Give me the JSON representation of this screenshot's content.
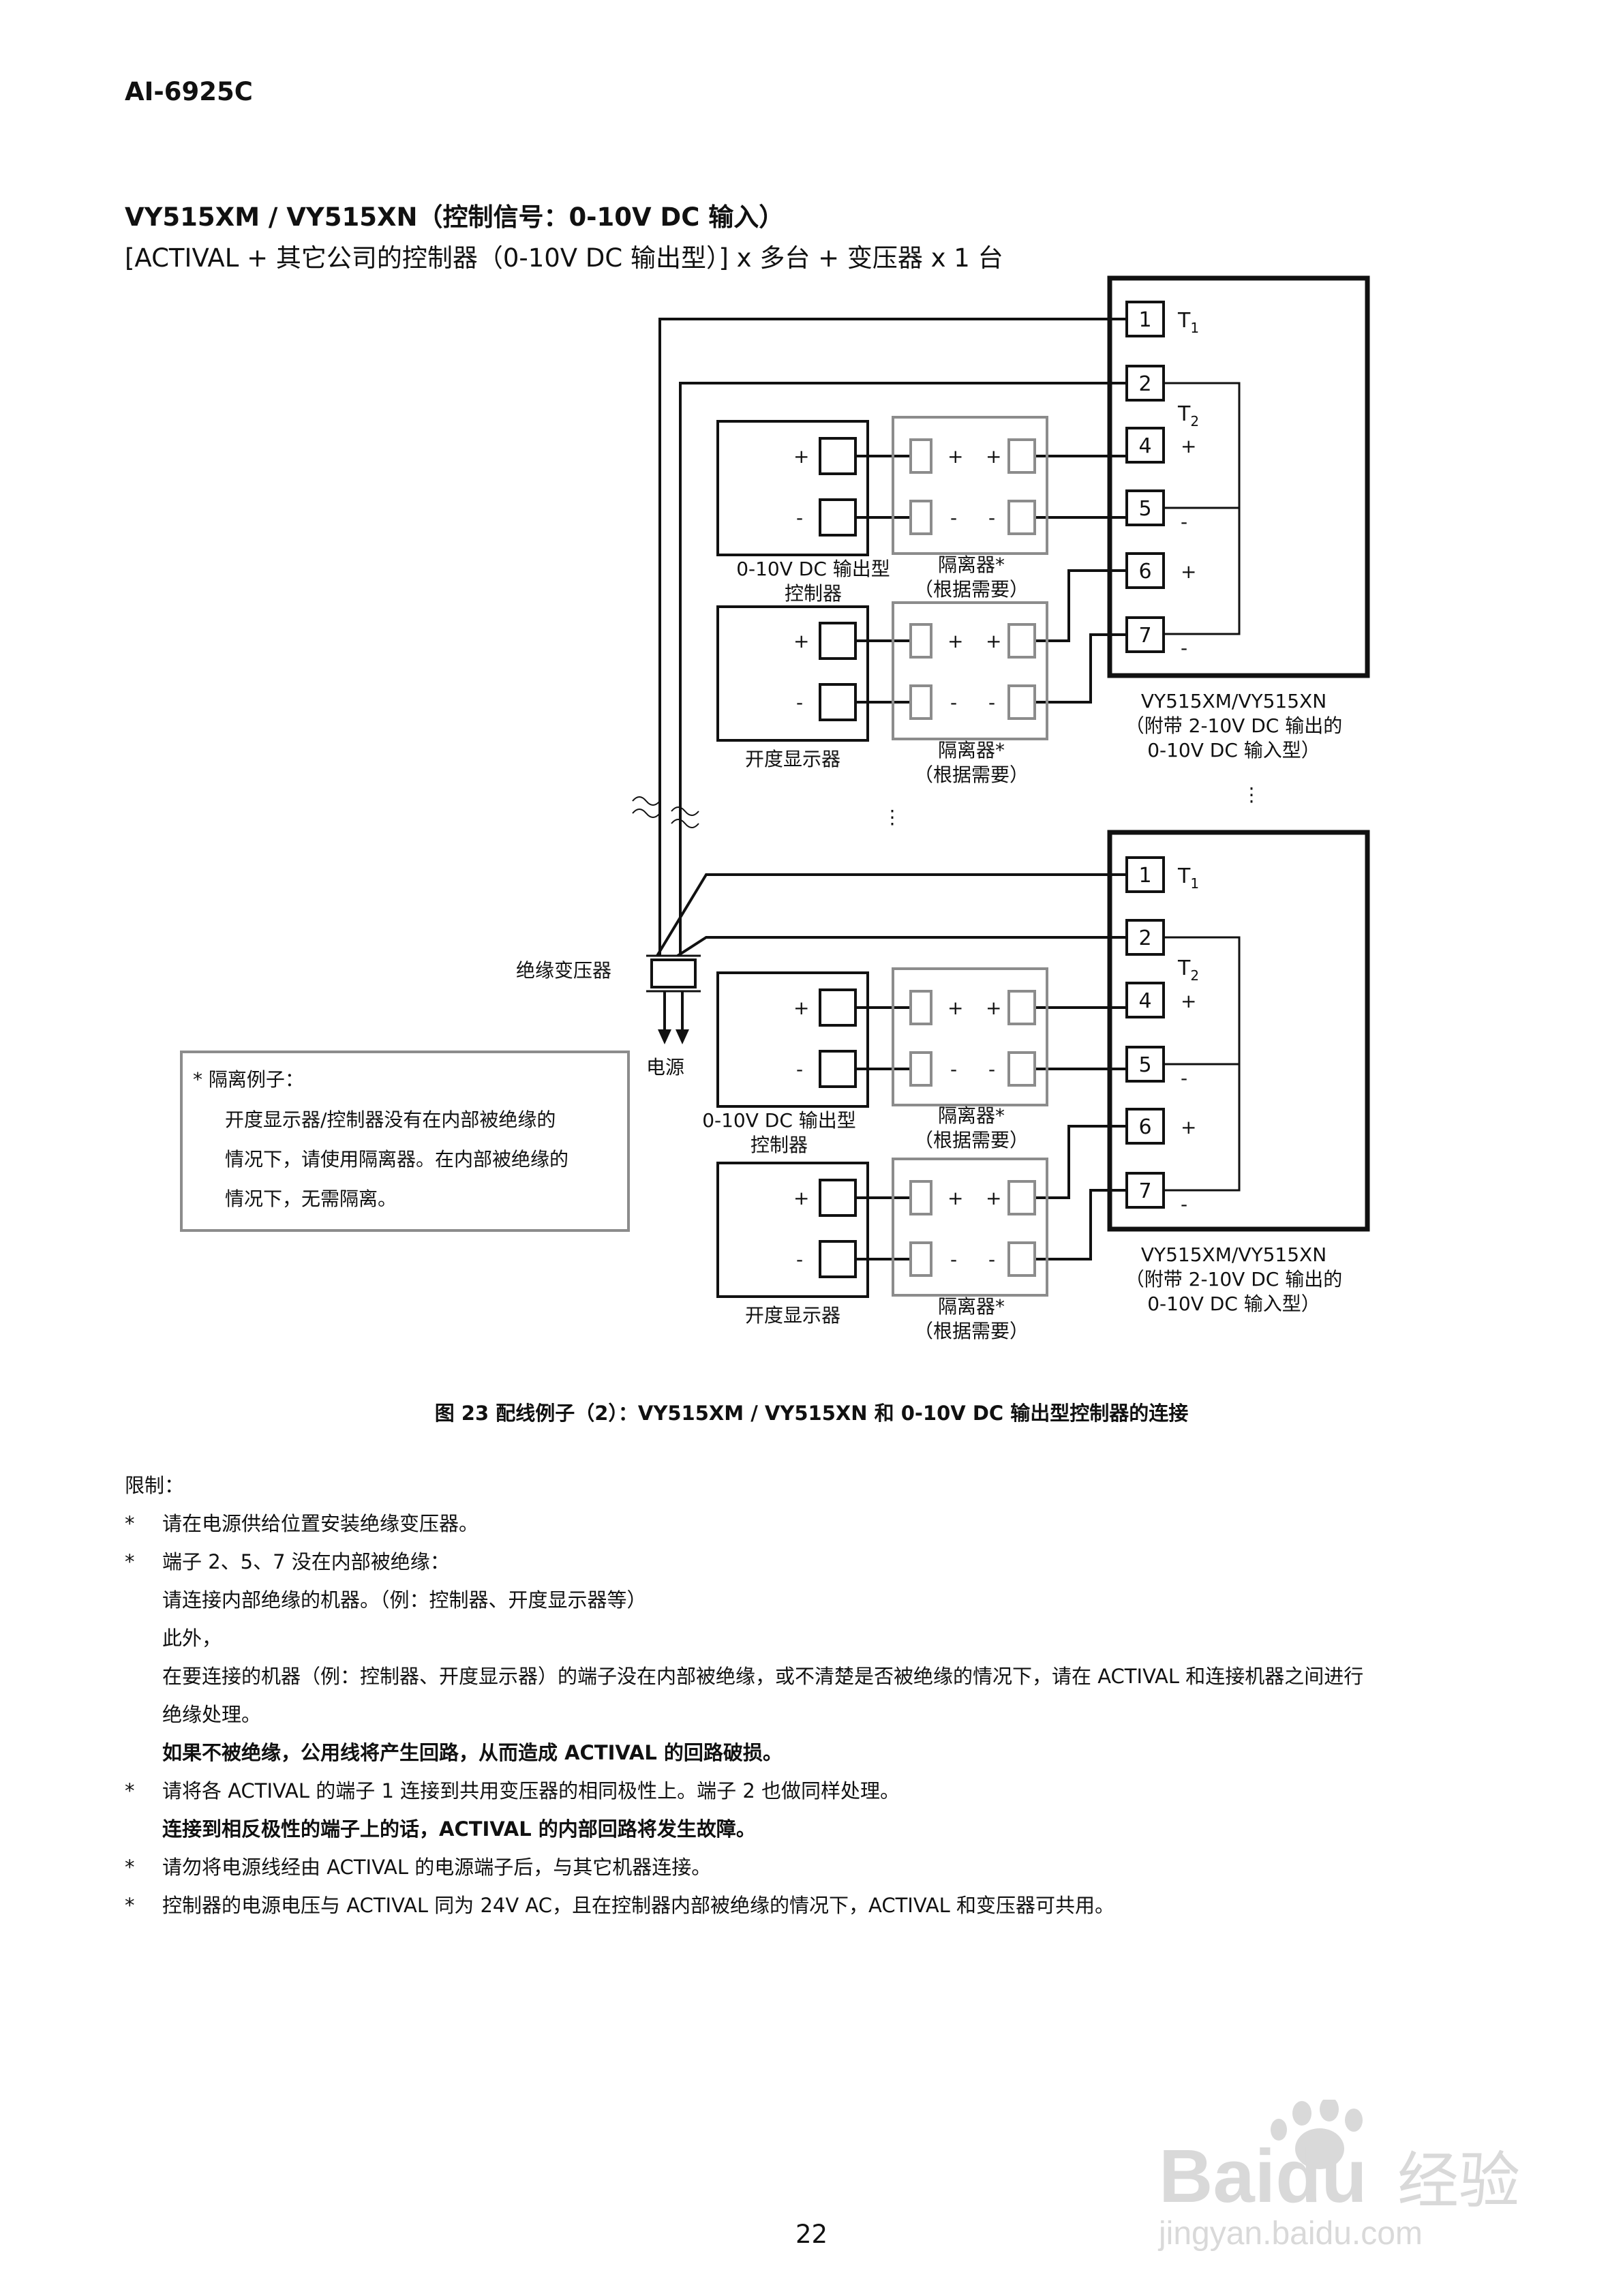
{
  "header": {
    "doc_id": "AI-6925C"
  },
  "section": {
    "heading": "VY515XM / VY515XN（控制信号：0-10V DC 输入）",
    "subheading": "[ACTIVAL + 其它公司的控制器（0-10V DC 输出型）] x 多台 + 变压器 x 1 台"
  },
  "diagram": {
    "terminals": [
      "1",
      "2",
      "4",
      "5",
      "6",
      "7"
    ],
    "t1": "T",
    "t2": "T",
    "t1_sub": "1",
    "t2_sub": "2",
    "plus": "+",
    "minus": "-",
    "actuator_label_1": "VY515XM/VY515XN",
    "actuator_label_2": "（附带 2-10V DC 输出的",
    "actuator_label_3": "0-10V DC 输入型）",
    "controller_label_1": "0-10V DC 输出型",
    "controller_label_2": "控制器",
    "indicator_label": "开度显示器",
    "isolator_label_1": "隔离器*",
    "isolator_label_2": "（根据需要）",
    "transformer_label": "绝缘变压器",
    "power_label": "电源",
    "ellipsis": "⋮",
    "note": {
      "title": "* 隔离例子：",
      "lines": [
        "开度显示器/控制器没有在内部被绝缘的",
        "情况下，请使用隔离器。在内部被绝缘的",
        "情况下，无需隔离。"
      ]
    }
  },
  "caption": "图 23 配线例子（2）：VY515XM / VY515XN 和 0-10V DC 输出型控制器的连接",
  "restrictions": {
    "title": "限制：",
    "bullet_mark": "*",
    "items": [
      {
        "text": "请在电源供给位置安装绝缘变压器。"
      },
      {
        "text": "端子 2、5、7 没在内部被绝缘：",
        "sub": [
          "请连接内部绝缘的机器。（例：控制器、开度显示器等）",
          "此外，",
          "在要连接的机器（例：控制器、开度显示器）的端子没在内部被绝缘，或不清楚是否被绝缘的情况下，请在 ACTIVAL 和连接机器之间进行",
          "绝缘处理。"
        ],
        "bold": "如果不被绝缘，公用线将产生回路，从而造成 ACTIVAL 的回路破损。"
      },
      {
        "text": "请将各 ACTIVAL 的端子 1 连接到共用变压器的相同极性上。端子 2 也做同样处理。",
        "bold": "连接到相反极性的端子上的话，ACTIVAL 的内部回路将发生故障。"
      },
      {
        "text": "请勿将电源线经由 ACTIVAL 的电源端子后，与其它机器连接。"
      },
      {
        "text": "控制器的电源电压与 ACTIVAL 同为 24V AC，且在控制器内部被绝缘的情况下，ACTIVAL 和变压器可共用。"
      }
    ]
  },
  "footer": {
    "page_number": "22"
  },
  "watermark": {
    "brand": "Bai",
    "brand2": "du",
    "brand3": "经验",
    "url": "jingyan.baidu.com"
  },
  "colors": {
    "ink": "#111111",
    "gray": "#8c8c8c",
    "watermark": "#d9d9d9"
  }
}
